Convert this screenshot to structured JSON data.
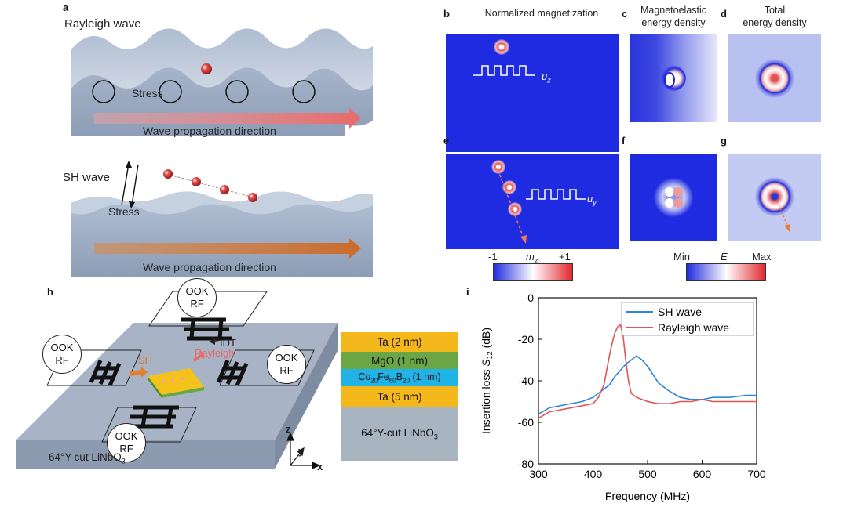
{
  "panel_labels": {
    "a": "a",
    "b": "b",
    "c": "c",
    "d": "d",
    "e": "e",
    "f": "f",
    "g": "g",
    "h": "h",
    "i": "i"
  },
  "panel_a": {
    "rayleigh_title": "Rayleigh wave",
    "rayleigh_stress": "Stress",
    "rayleigh_direction": "Wave propagation direction",
    "sh_title": "SH wave",
    "sh_stress": "Stress",
    "sh_direction": "Wave propagation direction"
  },
  "titles": {
    "b": "Normalized magnetization",
    "c_line1": "Magnetoelastic",
    "c_line2": "energy density",
    "d_line1": "Total",
    "d_line2": "energy density"
  },
  "panel_labels_inline": {
    "uz": "u",
    "uz_sub": "z",
    "uy": "u",
    "uy_sub": "y"
  },
  "colorbar_m": {
    "min": "-1",
    "label": "m",
    "label_sub": "z",
    "max": "+1"
  },
  "colorbar_e": {
    "min": "Min",
    "label": "E",
    "max": "Max"
  },
  "panel_h": {
    "ook_text_1": "OOK",
    "ook_text_2": "RF",
    "idt_label": "IDT",
    "sh_label": "SH",
    "rayleigh_label": "Rayleigh",
    "substrate_label": "64°Y-cut LiNbO",
    "substrate_sub": "3",
    "axis_z": "z",
    "axis_y": "y",
    "axis_x": "x",
    "stack": [
      {
        "label": "Ta (2 nm)",
        "color": "#f5b81c"
      },
      {
        "label": "MgO (1 nm)",
        "color": "#6aa646"
      },
      {
        "label": "Co20Fe60B20 (1 nm)",
        "color": "#22b3e6"
      },
      {
        "label": "Ta (5 nm)",
        "color": "#f5b81c"
      },
      {
        "label": "64°Y-cut LiNbO3",
        "color": "#a9b4c1"
      }
    ],
    "stack_cofeb": {
      "co": "Co",
      "s1": "20",
      "fe": "Fe",
      "s2": "60",
      "b": "B",
      "s3": "20",
      "rest": " (1 nm)"
    },
    "stack_linbo": {
      "main": "64°Y-cut LiNbO",
      "sub": "3"
    }
  },
  "chart_data": {
    "type": "line",
    "title": "",
    "xlabel": "Frequency (MHz)",
    "ylabel": "Insertion loss S12 (dB)",
    "ylabel_parts": {
      "main": "Insertion loss ",
      "S": "S",
      "sub": "12",
      "unit": " (dB)"
    },
    "xlim": [
      300,
      700
    ],
    "ylim": [
      -80,
      0
    ],
    "xticks": [
      300,
      400,
      500,
      600,
      700
    ],
    "yticks": [
      0,
      -20,
      -40,
      -60,
      -80
    ],
    "legend_position": "top-right",
    "grid": false,
    "series": [
      {
        "name": "SH wave",
        "color": "#2f86d8",
        "x": [
          300,
          320,
          340,
          360,
          380,
          390,
          400,
          410,
          420,
          430,
          440,
          450,
          460,
          470,
          480,
          490,
          500,
          510,
          520,
          540,
          560,
          580,
          600,
          620,
          650,
          680,
          700
        ],
        "y": [
          -56,
          -53,
          -52,
          -51,
          -50,
          -49,
          -48,
          -46,
          -44,
          -42,
          -38,
          -35,
          -32,
          -30,
          -28,
          -30,
          -33,
          -37,
          -41,
          -45,
          -48,
          -49,
          -49,
          -48,
          -48,
          -47,
          -47
        ]
      },
      {
        "name": "Rayleigh wave",
        "color": "#e05555",
        "x": [
          300,
          320,
          340,
          360,
          380,
          400,
          410,
          420,
          430,
          435,
          440,
          445,
          450,
          455,
          460,
          465,
          470,
          480,
          500,
          520,
          540,
          560,
          580,
          600,
          620,
          650,
          680,
          700
        ],
        "y": [
          -58,
          -55,
          -54,
          -53,
          -52,
          -51,
          -48,
          -42,
          -28,
          -22,
          -17,
          -14,
          -13,
          -18,
          -30,
          -40,
          -46,
          -48,
          -50,
          -51,
          -51,
          -50,
          -50,
          -49,
          -50,
          -50,
          -50,
          -50
        ]
      }
    ]
  }
}
